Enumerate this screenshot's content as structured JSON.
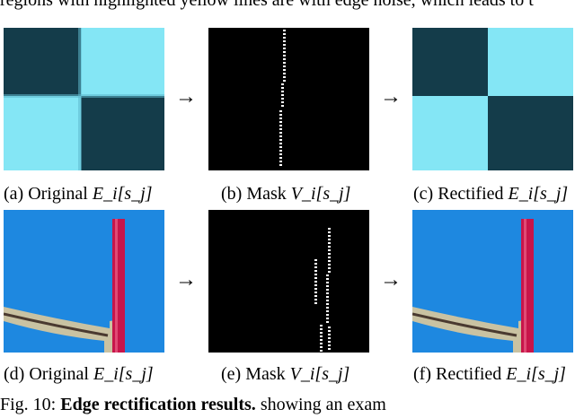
{
  "top_clipped_text": "regions with highlighted yellow lines are with edge noise, which leads to t",
  "arrow_glyph": "→",
  "rows": [
    {
      "panels": [
        {
          "label": "(a) Original",
          "math": "E_i[s_j]",
          "kind": "checker"
        },
        {
          "label": "(b) Mask",
          "math": "V_i[s_j]",
          "kind": "mask1"
        },
        {
          "label": "(c) Rectified",
          "math": "E_i[s_j]",
          "kind": "checker-rect"
        }
      ]
    },
    {
      "panels": [
        {
          "label": "(d) Original",
          "math": "E_i[s_j]",
          "kind": "blue-scene"
        },
        {
          "label": "(e) Mask",
          "math": "V_i[s_j]",
          "kind": "mask2"
        },
        {
          "label": "(f) Rectified",
          "math": "E_i[s_j]",
          "kind": "blue-scene-rect"
        }
      ]
    }
  ],
  "figure_caption": {
    "prefix": "Fig. 10:",
    "bold": "Edge rectification results.",
    "rest": " showing an exam"
  },
  "colors": {
    "cyan": "#84e6f5",
    "dark_cell": "#143c4a",
    "sky_blue": "#1e88e0",
    "pole_red": "#c8154a",
    "mask_bg": "#000000",
    "mask_dot": "#ffffff"
  }
}
